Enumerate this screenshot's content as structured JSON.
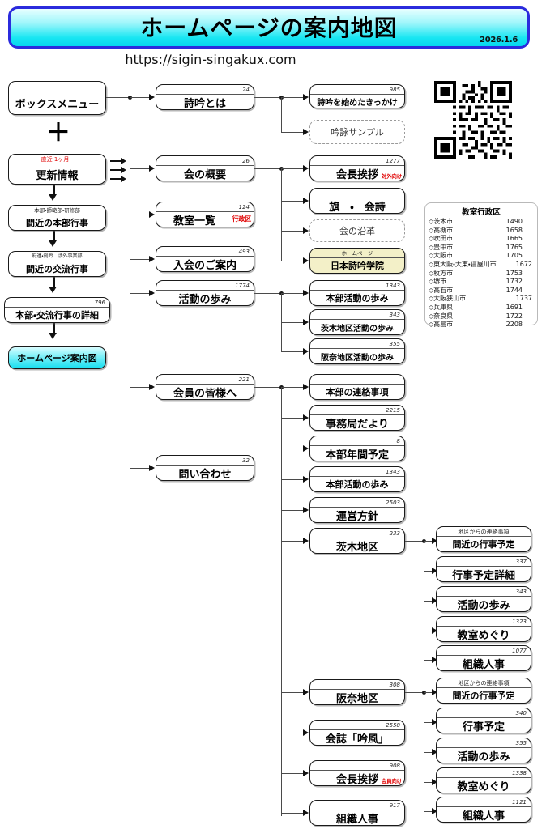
{
  "header": {
    "title": "ホームページの案内地図",
    "date": "2026.1.6",
    "url": "https://sigin-singakux.com",
    "qr_icon": "qr-code-icon"
  },
  "col1": {
    "box_menu": {
      "label": "ボックスメニュー"
    },
    "plus": "＋",
    "update": {
      "cap": "直近 1ヶ月",
      "label": "更新情報"
    },
    "honbu_event": {
      "cap": "本部・師範部・研修部",
      "label": "間近の本部行事"
    },
    "kouryu_event": {
      "cap": "府連・剣吟　渉外事業部",
      "label": "間近の交流行事"
    },
    "detail": {
      "cap": "796",
      "label": "本部・交流行事の詳細"
    },
    "guide_map": {
      "label": "ホームページ案内図"
    }
  },
  "col2": [
    {
      "cap": "24",
      "label": "詩吟とは"
    },
    {
      "cap": "26",
      "label": "会の概要"
    },
    {
      "cap": "124",
      "label": "教室一覧",
      "tag": "行政区"
    },
    {
      "cap": "493",
      "label": "入会のご案内"
    },
    {
      "cap": "1774",
      "label": "活動の歩み"
    },
    {
      "cap": "221",
      "label": "会員の皆様へ"
    },
    {
      "cap": "32",
      "label": "問い合わせ"
    }
  ],
  "col3": [
    {
      "cap": "985",
      "label": "詩吟を始めたきっかけ"
    },
    {
      "cap": "",
      "label": "吟詠サンプル",
      "dashed": true
    },
    {
      "cap": "1277",
      "label": "会長挨拶",
      "tag": "対外向け"
    },
    {
      "cap": "",
      "label": "旗　・　会詩"
    },
    {
      "cap": "",
      "label": "会の沿革",
      "dashed": true
    },
    {
      "cap": "ホームページ",
      "label": "日本詩吟学院",
      "cream": true
    },
    {
      "cap": "1343",
      "label": "本部活動の歩み"
    },
    {
      "cap": "343",
      "label": "茨木地区活動の歩み"
    },
    {
      "cap": "355",
      "label": "阪奈地区活動の歩み"
    },
    {
      "cap": "",
      "label": "本部の連絡事項"
    },
    {
      "cap": "2215",
      "label": "事務局だより"
    },
    {
      "cap": "8",
      "label": "本部年間予定"
    },
    {
      "cap": "1343",
      "label": "本部活動の歩み"
    },
    {
      "cap": "2503",
      "label": "運営方針"
    },
    {
      "cap": "233",
      "label": "茨木地区"
    },
    {
      "cap": "308",
      "label": "阪奈地区"
    },
    {
      "cap": "2558",
      "label": "会誌「吟風」"
    },
    {
      "cap": "908",
      "label": "会長挨拶",
      "tag": "会員向け"
    },
    {
      "cap": "917",
      "label": "組織人事"
    }
  ],
  "col4_ibaraki": [
    {
      "cap": "地区からの連絡事項",
      "label": "間近の行事予定"
    },
    {
      "cap": "337",
      "label": "行事予定詳細"
    },
    {
      "cap": "343",
      "label": "活動の歩み"
    },
    {
      "cap": "1323",
      "label": "教室めぐり"
    },
    {
      "cap": "1077",
      "label": "組織人事"
    }
  ],
  "col4_hanna": [
    {
      "cap": "地区からの連絡事項",
      "label": "間近の行事予定"
    },
    {
      "cap": "340",
      "label": "行事予定"
    },
    {
      "cap": "355",
      "label": "活動の歩み"
    },
    {
      "cap": "1338",
      "label": "教室めぐり"
    },
    {
      "cap": "1121",
      "label": "組織人事"
    }
  ],
  "region_table": {
    "title": "教室行政区",
    "marker": "◇",
    "rows": [
      {
        "name": "茨木市",
        "value": "1490"
      },
      {
        "name": "高槻市",
        "value": "1658"
      },
      {
        "name": "吹田市",
        "value": "1665"
      },
      {
        "name": "豊中市",
        "value": "1765"
      },
      {
        "name": "大阪市",
        "value": "1705"
      },
      {
        "name": "東大阪・大東・寝屋川市",
        "value": "1672",
        "wide": true
      },
      {
        "name": "枚方市",
        "value": "1753"
      },
      {
        "name": "堺市",
        "value": "1732"
      },
      {
        "name": "高石市",
        "value": "1744"
      },
      {
        "name": "大阪狭山市",
        "value": "1737",
        "wide": true
      },
      {
        "name": "兵庫県",
        "value": "1691"
      },
      {
        "name": "奈良県",
        "value": "1722"
      },
      {
        "name": "高島市",
        "value": "2208"
      }
    ]
  },
  "colors": {
    "banner_border": "#2b2bdd",
    "banner_fill": "#18e6f2",
    "accent_red": "#e00000",
    "cream": "#f3f0c8",
    "line": "#4a4a4a"
  }
}
